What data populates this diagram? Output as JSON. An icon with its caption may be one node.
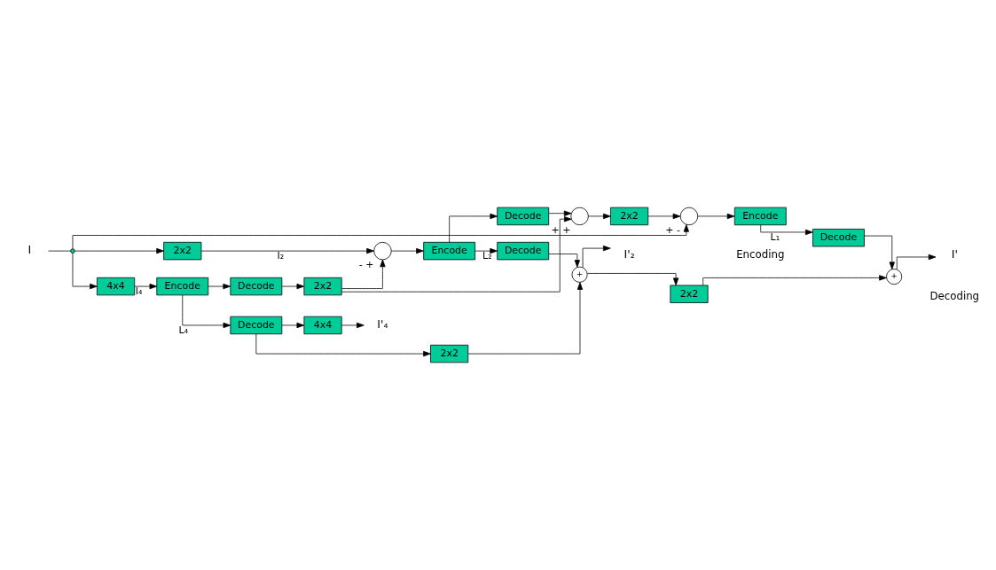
{
  "diagram": {
    "nodes": [
      {
        "text": [
          "I"
        ]
      },
      {
        "text": [],
        "shape": "circle"
      },
      {
        "text": [
          "4x4"
        ]
      },
      {
        "text": [
          "Encode"
        ]
      },
      {
        "text": [
          "Decode"
        ]
      },
      {
        "text": [
          "2x2"
        ]
      },
      {
        "text": [
          "2x2"
        ]
      },
      {
        "text": [],
        "shape": "circle",
        "beside": [
          "-",
          "+"
        ]
      },
      {
        "text": [
          "Encode"
        ]
      },
      {
        "text": [
          "Decode"
        ]
      },
      {
        "text": [],
        "shape": "circle",
        "beside": [
          "+",
          "+"
        ]
      },
      {
        "text": [
          "2x2"
        ]
      },
      {
        "text": [],
        "shape": "circle",
        "beside": [
          "+",
          "-"
        ]
      },
      {
        "text": [
          "Encode"
        ]
      },
      {
        "text": [
          "Decode"
        ]
      },
      {
        "text": [
          "4x4"
        ]
      },
      {
        "text": [
          "I'₄"
        ]
      },
      {
        "text": [
          "2x2"
        ]
      },
      {
        "text": [
          "Decode"
        ]
      },
      {
        "text": [
          "+"
        ]
      },
      {
        "text": [
          "I'₂"
        ]
      },
      {
        "text": [
          "2x2"
        ]
      },
      {
        "text": [
          "Decode"
        ]
      },
      {
        "text": [
          "+"
        ]
      },
      {
        "text": [
          "I'"
        ]
      }
    ],
    "edges": [
      {
        "from": 0,
        "to": 1,
        "arrow": "none"
      },
      {
        "from": 1,
        "to": 2,
        "arrow": "to"
      },
      {
        "from": 1,
        "to": 6,
        "arrow": "to"
      },
      {
        "from": 1,
        "to": 12,
        "arrow": "to"
      },
      {
        "from": 2,
        "to": 3,
        "arrow": "to",
        "label": "I₄"
      },
      {
        "from": 3,
        "to": 14,
        "arrow": "to",
        "label": "L₄"
      },
      {
        "from": 3,
        "to": 4,
        "arrow": "to"
      },
      {
        "from": 4,
        "to": 5,
        "arrow": "to"
      },
      {
        "from": 5,
        "to": 7,
        "arrow": "to"
      },
      {
        "from": 5,
        "to": 10,
        "arrow": "to"
      },
      {
        "from": 6,
        "to": 7,
        "arrow": "to",
        "label": "I₂"
      },
      {
        "from": 7,
        "to": 8,
        "arrow": "to"
      },
      {
        "from": 8,
        "to": 9,
        "arrow": "to"
      },
      {
        "from": 8,
        "to": 18,
        "arrow": "to",
        "label": "L₂"
      },
      {
        "from": 9,
        "to": 10,
        "arrow": "to"
      },
      {
        "from": 10,
        "to": 11,
        "arrow": "to"
      },
      {
        "from": 11,
        "to": 12,
        "arrow": "to"
      },
      {
        "from": 12,
        "to": 13,
        "arrow": "to"
      },
      {
        "from": 13,
        "to": 22,
        "arrow": "to",
        "label": "L₁"
      },
      {
        "from": 14,
        "to": 15,
        "arrow": "to"
      },
      {
        "from": 14,
        "to": 17,
        "arrow": "to"
      },
      {
        "from": 15,
        "to": 16,
        "arrow": "to"
      },
      {
        "from": 17,
        "to": 19,
        "arrow": "to"
      },
      {
        "from": 18,
        "to": 19,
        "arrow": "to"
      },
      {
        "from": 19,
        "to": 20,
        "arrow": "to"
      },
      {
        "from": 19,
        "to": 21,
        "arrow": "to"
      },
      {
        "from": 21,
        "to": 23,
        "arrow": "to"
      },
      {
        "from": 22,
        "to": 23,
        "arrow": "to"
      },
      {
        "from": 23,
        "to": 24,
        "arrow": "to"
      }
    ],
    "labels": [
      "Encoding",
      "Decoding"
    ]
  }
}
